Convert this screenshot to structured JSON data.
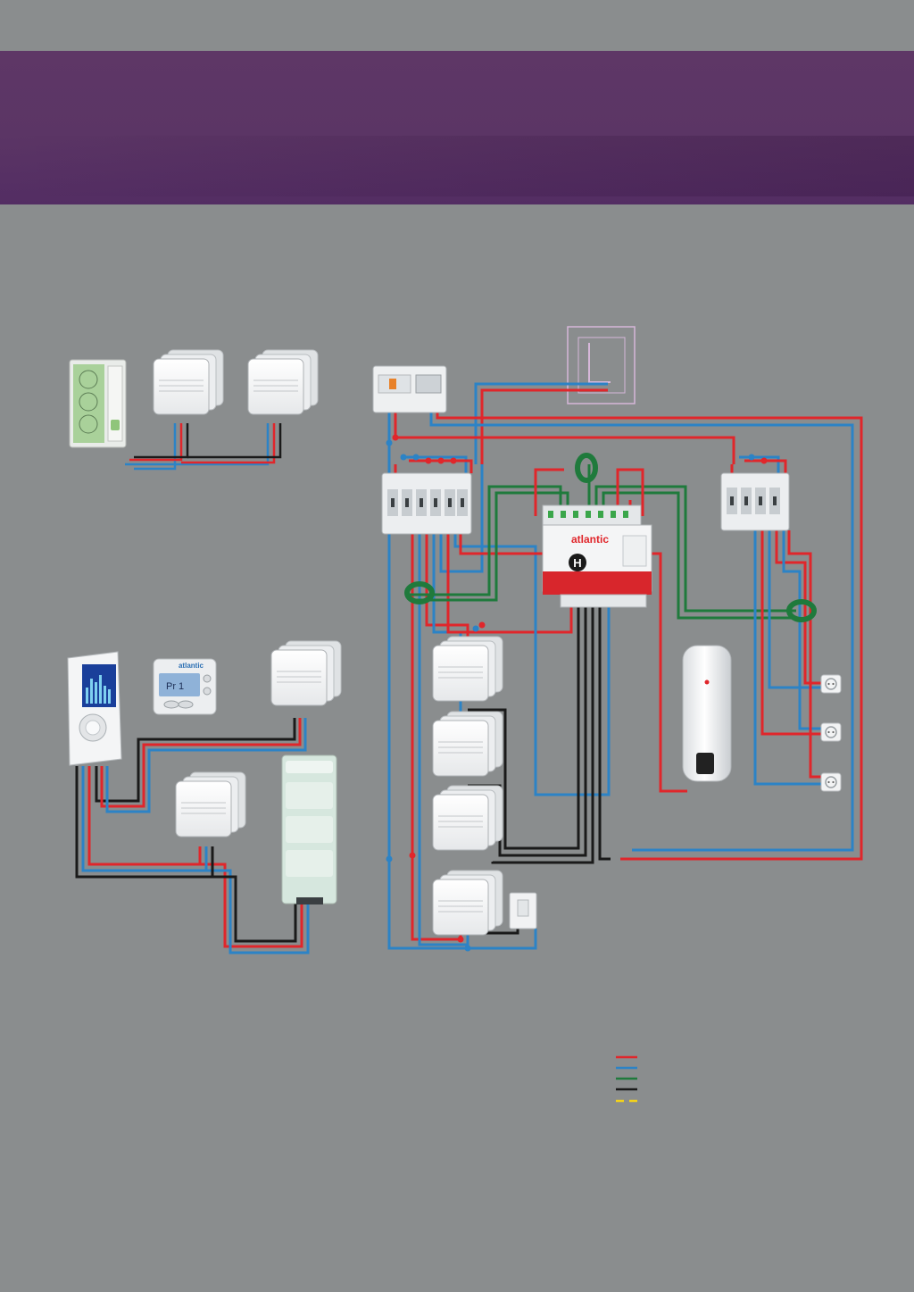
{
  "brand": {
    "logo_text": "atlantic",
    "module_letter": "H",
    "thermostat_display": "Pr 1"
  },
  "colors": {
    "phase": "#e0262b",
    "neutral": "#2c83c6",
    "pilot": "#1f7a3c",
    "black": "#1a1a1a",
    "yellow": "#f2d21b",
    "banner": "#5b3565",
    "background": "#8a8d8e"
  },
  "legend": [
    {
      "color": "#e0262b",
      "dashed": false
    },
    {
      "color": "#2c83c6",
      "dashed": false
    },
    {
      "color": "#1f7a3c",
      "dashed": false
    },
    {
      "color": "#1a1a1a",
      "dashed": false
    },
    {
      "color": "#f2d21b",
      "dashed": true
    }
  ]
}
